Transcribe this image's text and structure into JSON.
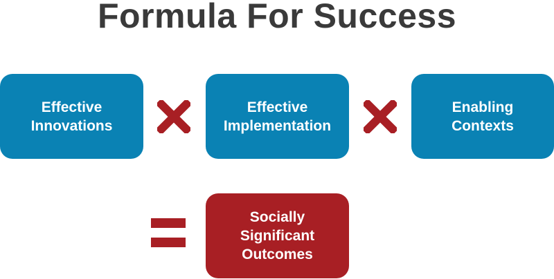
{
  "title": "Formula For Success",
  "boxes": [
    {
      "lines": [
        "Effective",
        "Innovations"
      ],
      "color": "#0a82b4"
    },
    {
      "lines": [
        "Effective",
        "Implementation"
      ],
      "color": "#0a82b4"
    },
    {
      "lines": [
        "Enabling",
        "Contexts"
      ],
      "color": "#0a82b4"
    },
    {
      "lines": [
        "Socially",
        "Significant",
        "Outcomes"
      ],
      "color": "#a81f24"
    }
  ],
  "operators": {
    "multiply_icon": "times-icon",
    "equals_icon": "equals-icon",
    "color": "#a81f24"
  }
}
